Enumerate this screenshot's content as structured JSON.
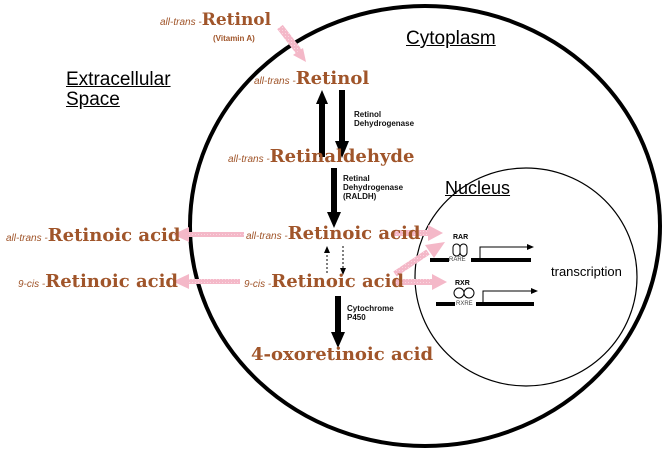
{
  "colors": {
    "compound": "#a0552a",
    "transport_arrow": "#f4b8c8",
    "membrane": "#000000",
    "background": "#ffffff"
  },
  "regions": {
    "extracellular": "Extracellular\nSpace",
    "extracellular_line1": "Extracellular",
    "extracellular_line2": "Space",
    "cytoplasm": "Cytoplasm",
    "nucleus": "Nucleus"
  },
  "compounds": {
    "retinol_outside": {
      "prefix": "all-trans -",
      "name": "Retinol",
      "note": "(Vitamin A)"
    },
    "retinol": {
      "prefix": "all-trans -",
      "name": "Retinol"
    },
    "retinaldehyde": {
      "prefix": "all-trans -",
      "name": "Retinaldehyde"
    },
    "atra_inside": {
      "prefix": "all-trans -",
      "name": "Retinoic acid"
    },
    "cis_inside": {
      "prefix": "9-cis -",
      "name": "Retinoic acid"
    },
    "atra_outside": {
      "prefix": "all-trans -",
      "name": "Retinoic acid"
    },
    "cis_outside": {
      "prefix": "9-cis -",
      "name": "Retinoic acid"
    },
    "oxo": {
      "name": "4-oxoretinoic acid"
    }
  },
  "enzymes": {
    "rdh": [
      "Retinol",
      "Dehydrogenase"
    ],
    "raldh": [
      "Retinal",
      "Dehydrogenase",
      "(RALDH)"
    ],
    "cyp": [
      "Cytochrome",
      "P450"
    ]
  },
  "nucleus": {
    "receptors": [
      {
        "name": "RAR",
        "element": "RARE"
      },
      {
        "name": "RXR",
        "element": "RXRE"
      }
    ],
    "output": "transcription"
  }
}
